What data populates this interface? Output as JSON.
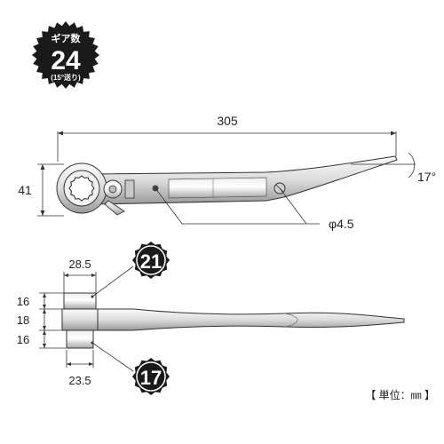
{
  "gear_badge": {
    "title": "ギア数",
    "count": "24",
    "note": "(15°送り)"
  },
  "dimensions": {
    "overall_length": "305",
    "head_height": "41",
    "tip_angle": "17°",
    "hole_diameter": "φ4.5",
    "head_width_top": "28.5",
    "head_width_bottom": "23.5",
    "thickness_top": "16",
    "thickness_mid": "18",
    "thickness_bottom": "16"
  },
  "socket_sizes": {
    "upper": "21",
    "lower": "17"
  },
  "unit_label": "【 単位：㎜ 】",
  "colors": {
    "ink": "#1a1a1a",
    "metal_light": "#f2f2f2",
    "metal_mid": "#cfcfcf",
    "metal_dark": "#8a8a8a"
  }
}
